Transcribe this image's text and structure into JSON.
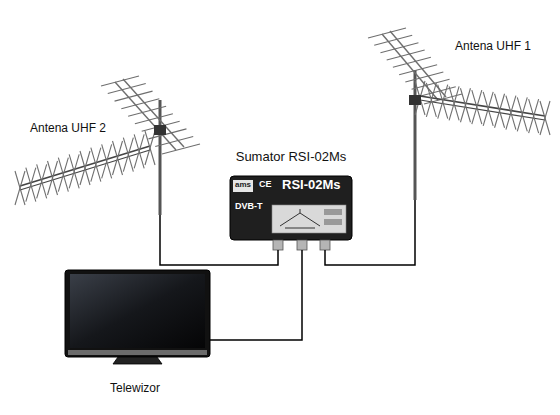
{
  "diagram": {
    "nodes": [
      {
        "text": [
          "Antena UHF 2"
        ]
      },
      {
        "text": [
          "Sumator RSI-02Ms",
          "ams",
          "CE",
          "RSI-02Ms",
          "DVB-T"
        ]
      },
      {
        "text": [
          "Antena UHF 1"
        ]
      },
      {
        "text": [
          "Telewizor"
        ]
      }
    ],
    "edges": [
      {
        "from": 0,
        "to": 1,
        "arrow": "none"
      },
      {
        "from": 2,
        "to": 1,
        "arrow": "none"
      },
      {
        "from": 1,
        "to": 3,
        "arrow": "none"
      }
    ]
  }
}
